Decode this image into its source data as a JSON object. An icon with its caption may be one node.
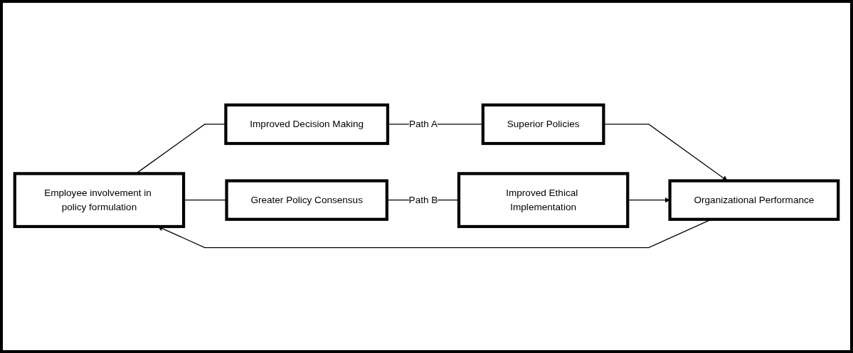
{
  "diagram": {
    "nodes": [
      {
        "text": [
          "Employee involvement in policy formulation"
        ]
      },
      {
        "text": [
          "Improved Decision Making"
        ]
      },
      {
        "text": [
          "Superior Policies"
        ]
      },
      {
        "text": [
          "Greater Policy Consensus"
        ]
      },
      {
        "text": [
          "Improved Ethical Implementation"
        ]
      },
      {
        "text": [
          "Organizational Performance"
        ]
      }
    ],
    "edges": [
      {
        "from": 0,
        "to": 1,
        "arrow": "none"
      },
      {
        "from": 0,
        "to": 3,
        "arrow": "none"
      },
      {
        "from": 1,
        "to": 2,
        "arrow": "none",
        "label": "Path A"
      },
      {
        "from": 3,
        "to": 4,
        "arrow": "none",
        "label": "Path B"
      },
      {
        "from": 2,
        "to": 5,
        "arrow": "to"
      },
      {
        "from": 4,
        "to": 5,
        "arrow": "to"
      },
      {
        "from": 5,
        "to": 0,
        "arrow": "to"
      }
    ]
  }
}
